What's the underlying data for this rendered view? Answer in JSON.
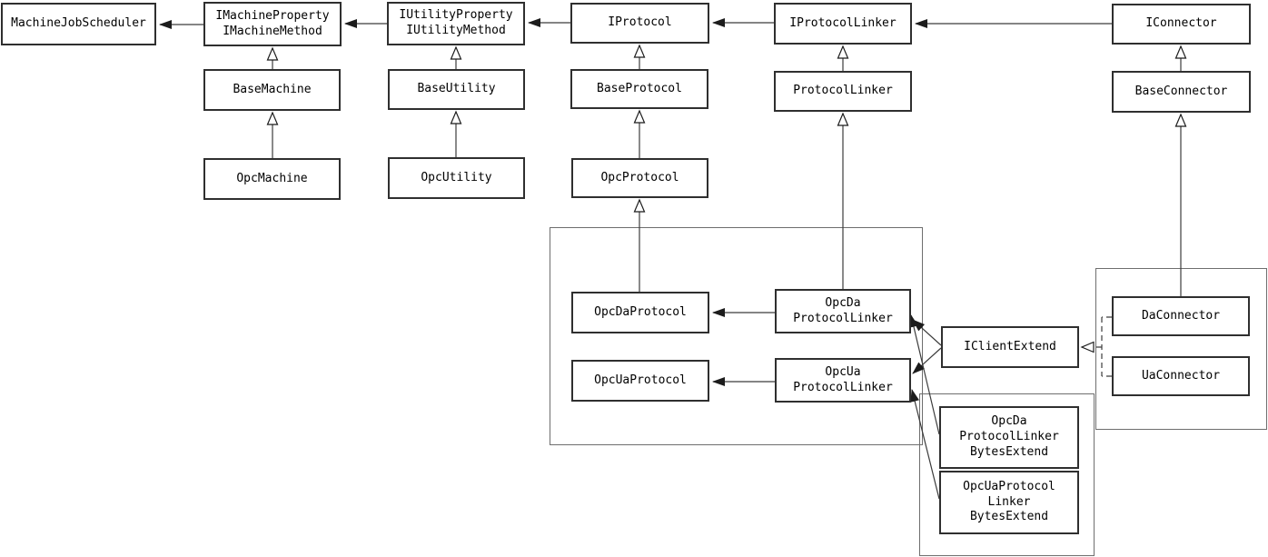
{
  "diagram": {
    "type": "uml-class-diagram",
    "nodes": {
      "machineJobScheduler": {
        "label": "MachineJobScheduler"
      },
      "iMachine": {
        "label": "IMachineProperty\nIMachineMethod"
      },
      "iUtility": {
        "label": "IUtilityProperty\nIUtilityMethod"
      },
      "iProtocol": {
        "label": "IProtocol"
      },
      "iProtocolLinker": {
        "label": "IProtocolLinker"
      },
      "iConnector": {
        "label": "IConnector"
      },
      "baseMachine": {
        "label": "BaseMachine"
      },
      "baseUtility": {
        "label": "BaseUtility"
      },
      "baseProtocol": {
        "label": "BaseProtocol"
      },
      "protocolLinker": {
        "label": "ProtocolLinker"
      },
      "baseConnector": {
        "label": "BaseConnector"
      },
      "opcMachine": {
        "label": "OpcMachine"
      },
      "opcUtility": {
        "label": "OpcUtility"
      },
      "opcProtocol": {
        "label": "OpcProtocol"
      },
      "opcDaProtocol": {
        "label": "OpcDaProtocol"
      },
      "opcUaProtocol": {
        "label": "OpcUaProtocol"
      },
      "opcDaProtocolLinker": {
        "label": "OpcDa\nProtocolLinker"
      },
      "opcUaProtocolLinker": {
        "label": "OpcUa\nProtocolLinker"
      },
      "iClientExtend": {
        "label": "IClientExtend"
      },
      "daConnector": {
        "label": "DaConnector"
      },
      "uaConnector": {
        "label": "UaConnector"
      },
      "opcDaProtocolLinkerBytesExtend": {
        "label": "OpcDa\nProtocolLinker\nBytesExtend"
      },
      "opcUaProtocolLinkerBytesExtend": {
        "label": "OpcUaProtocol\nLinker\nBytesExtend"
      }
    },
    "edges": [
      {
        "from": "iMachine",
        "to": "machineJobScheduler",
        "type": "arrow"
      },
      {
        "from": "iUtility",
        "to": "iMachine",
        "type": "arrow"
      },
      {
        "from": "iProtocol",
        "to": "iUtility",
        "type": "arrow"
      },
      {
        "from": "iProtocolLinker",
        "to": "iProtocol",
        "type": "arrow"
      },
      {
        "from": "iConnector",
        "to": "iProtocolLinker",
        "type": "arrow"
      },
      {
        "from": "opcDaProtocolLinker",
        "to": "opcDaProtocol",
        "type": "arrow"
      },
      {
        "from": "opcUaProtocolLinker",
        "to": "opcUaProtocol",
        "type": "arrow"
      },
      {
        "from": "iClientExtend",
        "to": "opcDaProtocolLinker",
        "type": "arrow"
      },
      {
        "from": "iClientExtend",
        "to": "opcUaProtocolLinker",
        "type": "arrow"
      },
      {
        "from": "opcDaProtocolLinkerBytesExtend",
        "to": "opcDaProtocolLinker",
        "type": "arrow"
      },
      {
        "from": "opcUaProtocolLinkerBytesExtend",
        "to": "opcUaProtocolLinker",
        "type": "arrow"
      },
      {
        "from": "baseMachine",
        "to": "iMachine",
        "type": "inheritance"
      },
      {
        "from": "opcMachine",
        "to": "baseMachine",
        "type": "inheritance"
      },
      {
        "from": "baseUtility",
        "to": "iUtility",
        "type": "inheritance"
      },
      {
        "from": "opcUtility",
        "to": "baseUtility",
        "type": "inheritance"
      },
      {
        "from": "baseProtocol",
        "to": "iProtocol",
        "type": "inheritance"
      },
      {
        "from": "opcProtocol",
        "to": "baseProtocol",
        "type": "inheritance"
      },
      {
        "from": "opcDaProtocol",
        "to": "opcProtocol",
        "type": "inheritance"
      },
      {
        "from": "protocolLinker",
        "to": "iProtocolLinker",
        "type": "inheritance"
      },
      {
        "from": "opcDaProtocolLinker",
        "to": "protocolLinker",
        "type": "inheritance"
      },
      {
        "from": "baseConnector",
        "to": "iConnector",
        "type": "inheritance"
      },
      {
        "from": "daConnector",
        "to": "baseConnector",
        "type": "inheritance"
      },
      {
        "from": "daConnector",
        "to": "iClientExtend",
        "type": "realization-dashed"
      },
      {
        "from": "uaConnector",
        "to": "iClientExtend",
        "type": "realization-dashed"
      }
    ],
    "colors": {
      "background": "#ffffff",
      "box_border": "#2f2f2f",
      "container_border": "#6e6e6e",
      "line": "#3c3c3c",
      "text": "#000000"
    }
  }
}
